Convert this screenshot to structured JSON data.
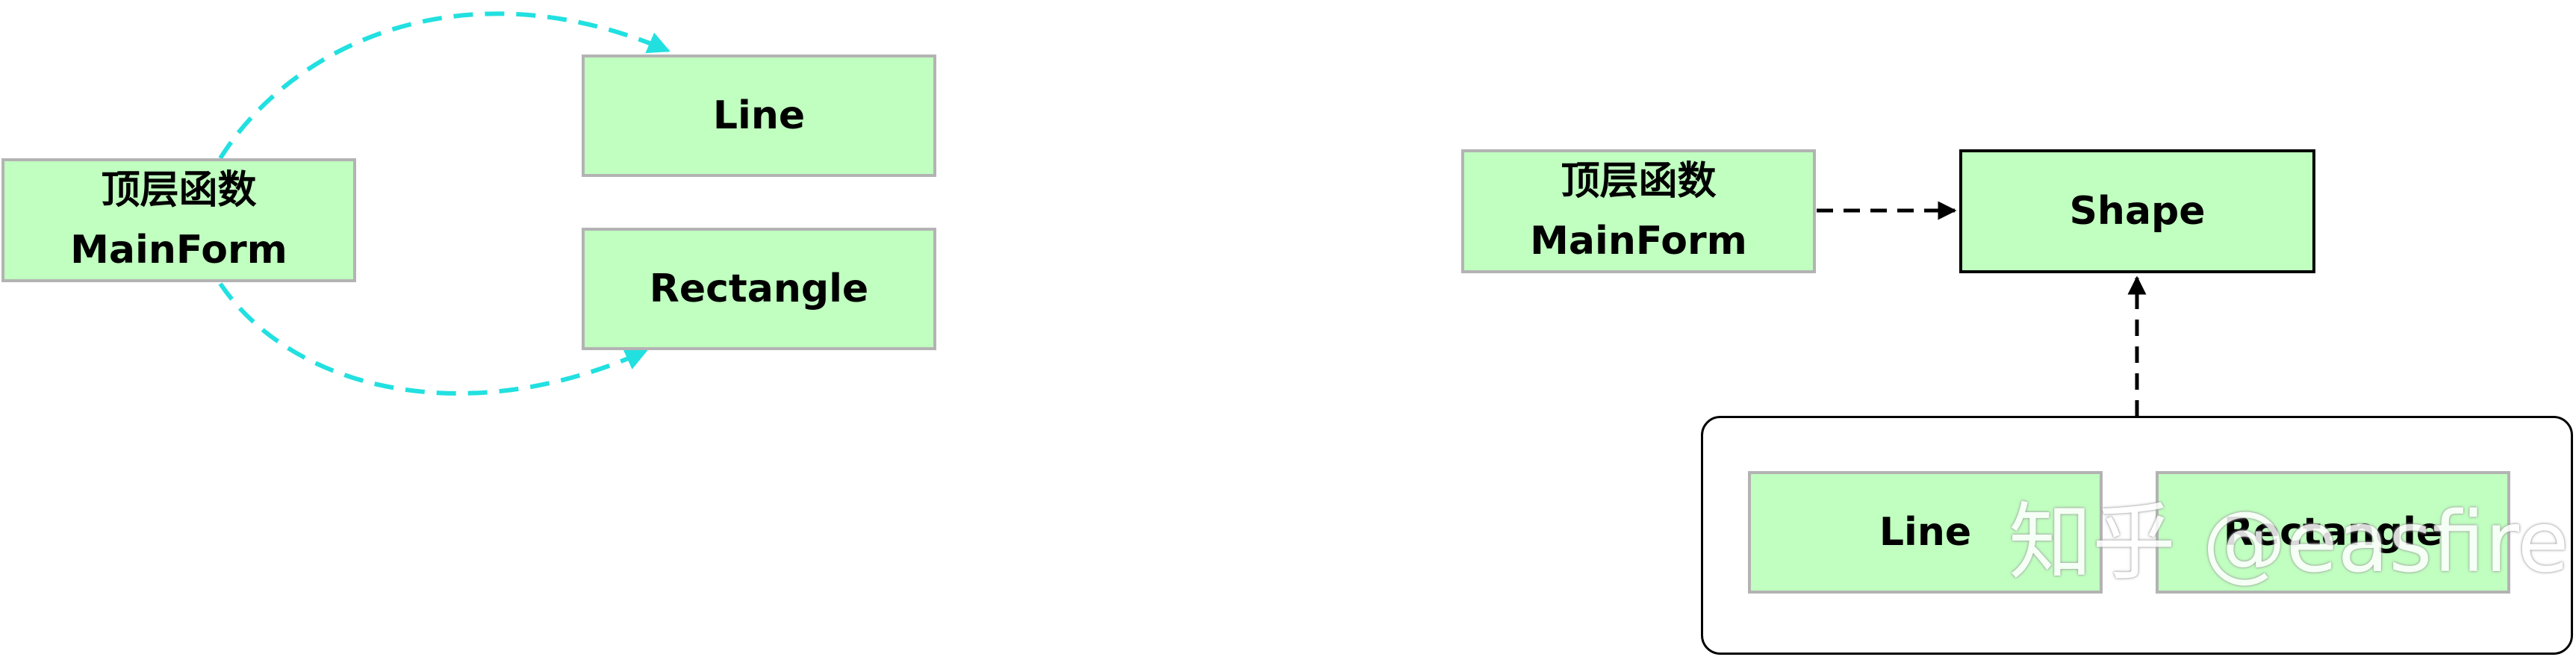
{
  "left_diagram": {
    "nodes": {
      "top_function": {
        "line1": "顶层函数",
        "line2": "MainForm"
      },
      "line": {
        "label": "Line"
      },
      "rectangle": {
        "label": "Rectangle"
      }
    },
    "edge_color": "#22e0e0"
  },
  "right_diagram": {
    "nodes": {
      "top_function": {
        "line1": "顶层函数",
        "line2": "MainForm"
      },
      "shape": {
        "label": "Shape"
      },
      "line": {
        "label": "Line"
      },
      "rectangle": {
        "label": "Rectangle"
      }
    },
    "edge_color": "#000000"
  },
  "colors": {
    "node_fill": "#c0ffc0",
    "node_border": "#b3b3b3"
  },
  "watermark": {
    "text": "知乎 @easfire"
  }
}
